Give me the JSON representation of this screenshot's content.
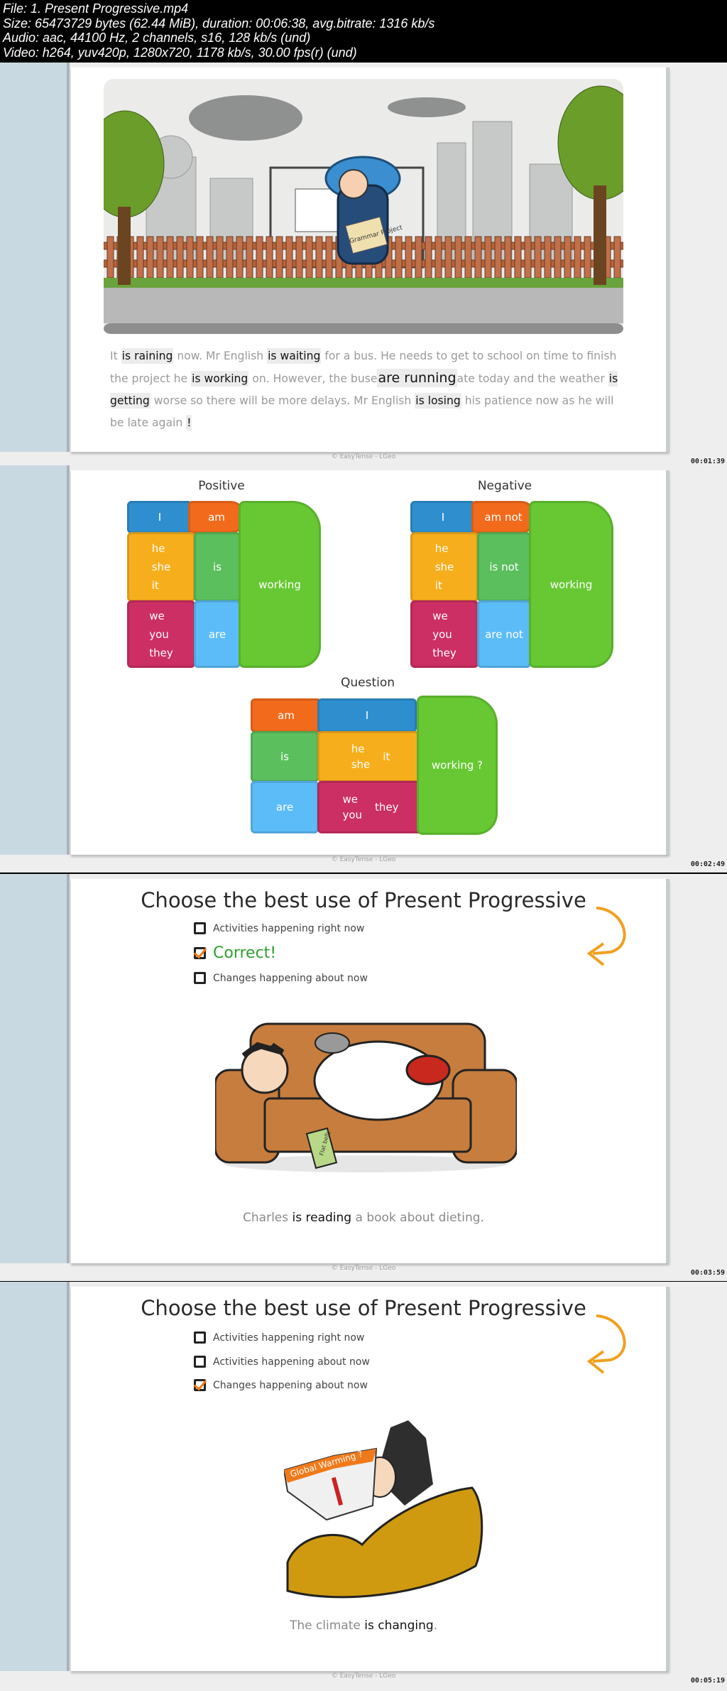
{
  "file_info": {
    "line1": "File: 1. Present Progressive.mp4",
    "line2": "Size: 65473729 bytes (62.44 MiB), duration: 00:06:38, avg.bitrate: 1316 kb/s",
    "line3": "Audio: aac, 44100 Hz, 2 channels, s16, 128 kb/s (und)",
    "line4": "Video: h264, yuv420p, 1280x720, 1178 kb/s, 30.00 fps(r) (und)"
  },
  "footer": "© EasyTense - LGeo",
  "frames": [
    {
      "timestamp": "00:01:39",
      "paragraph": [
        {
          "t": "It "
        },
        {
          "t": "is raining",
          "hl": true
        },
        {
          "t": " now. Mr English "
        },
        {
          "t": "is waiting",
          "hl": true
        },
        {
          "t": " for a bus. He needs to get to school on time to finish the project he "
        },
        {
          "t": "is working",
          "hl": true
        },
        {
          "t": " on. However, the buse"
        },
        {
          "t": "are running",
          "hl": true
        },
        {
          "t": "ate today and the weather "
        },
        {
          "t": "is getting",
          "hl": true
        },
        {
          "t": " worse so there will be more delays. Mr English "
        },
        {
          "t": "is losing",
          "hl": true
        },
        {
          "t": " his  patience now as he will be late again "
        },
        {
          "t": "!",
          "hl": true
        }
      ],
      "image_sign": "Grammar Project"
    },
    {
      "timestamp": "00:02:49",
      "positive": {
        "title": "Positive",
        "subj": [
          "I",
          "he\nshe\nit",
          "we\nyou\nthey"
        ],
        "verb": [
          "am",
          "is",
          "are"
        ],
        "main": "working"
      },
      "negative": {
        "title": "Negative",
        "subj": [
          "I",
          "he\nshe\nit",
          "we\nyou\nthey"
        ],
        "verb": [
          "am not",
          "is not",
          "are not"
        ],
        "main": "working"
      },
      "question": {
        "title": "Question",
        "verb": [
          "am",
          "is",
          "are"
        ],
        "subj": [
          "I",
          "he\nshe",
          "it",
          "we\nyou",
          "they"
        ],
        "main": "working ?"
      }
    },
    {
      "timestamp": "00:03:59",
      "title": "Choose the best use of Present Progressive",
      "options": [
        {
          "label": "Activities happening right now",
          "checked": false
        },
        {
          "label": "Correct!",
          "checked": true
        },
        {
          "label": "Changes happening about now",
          "checked": false
        }
      ],
      "caption": {
        "pre": "Charles ",
        "verb": "is reading",
        "post": " a book about dieting."
      },
      "book_label": "Flat belly"
    },
    {
      "timestamp": "00:05:19",
      "title": "Choose the best use of Present Progressive",
      "options": [
        {
          "label": "Activities happening right now",
          "checked": false
        },
        {
          "label": "Activities happening about now",
          "checked": false
        },
        {
          "label": "Changes happening about now",
          "checked": true
        }
      ],
      "caption": {
        "pre": "The climate ",
        "verb": "is changing",
        "post": "."
      },
      "newspaper_label": "Global Warming ?"
    }
  ],
  "colors": {
    "blue": "#2f8fce",
    "orange": "#f26a1b",
    "yellow": "#f7ae1c",
    "green": "#5cbf5e",
    "red": "#cc2f63",
    "lightblue": "#5cbcf7",
    "lime": "#67c833",
    "arrow": "#f0a020"
  }
}
